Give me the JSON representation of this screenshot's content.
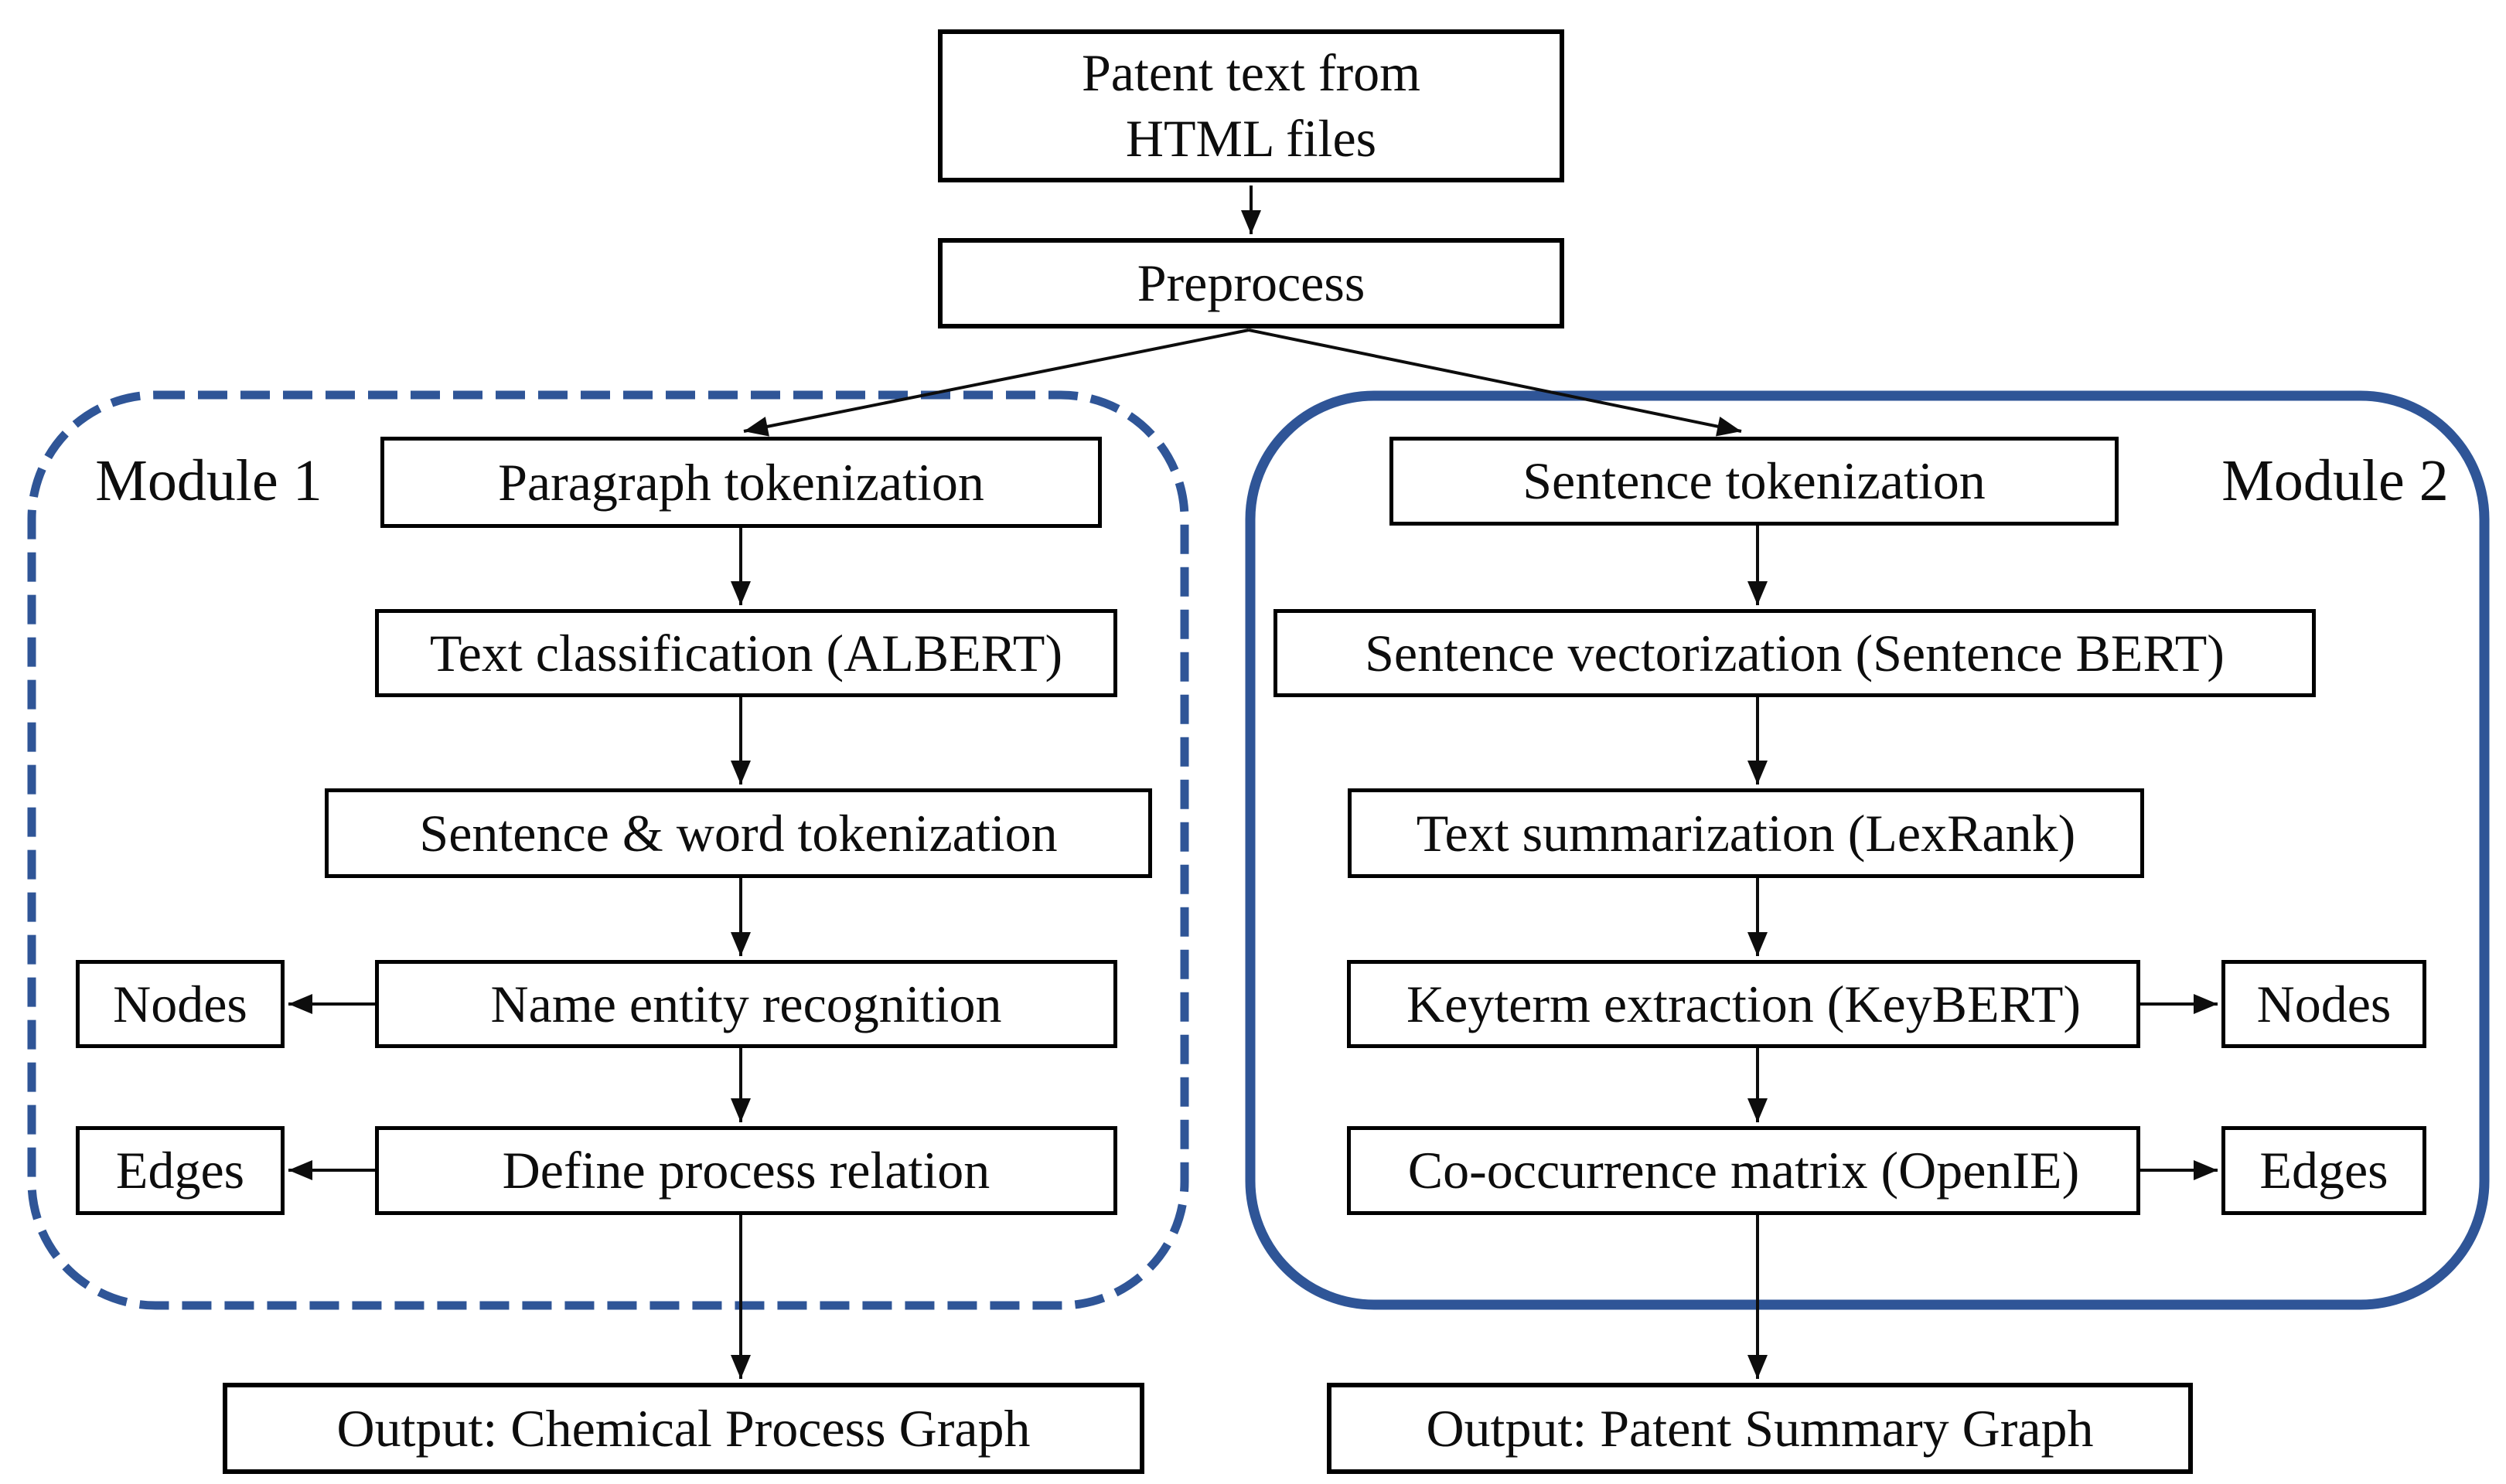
{
  "colors": {
    "module_border_blue": "#2F5597",
    "box_border": "#000000",
    "text": "#0d0d0d",
    "background": "#ffffff"
  },
  "flow": {
    "source_line1": "Patent text from",
    "source_line2": "HTML files",
    "preprocess": "Preprocess"
  },
  "module1": {
    "label": "Module 1",
    "border_style": "dashed",
    "steps": [
      "Paragraph tokenization",
      "Text classification (ALBERT)",
      "Sentence & word tokenization",
      "Name entity recognition",
      "Define process relation"
    ],
    "nodes": "Nodes",
    "edges": "Edges",
    "output": "Output: Chemical Process Graph"
  },
  "module2": {
    "label": "Module 2",
    "border_style": "solid",
    "steps": [
      "Sentence tokenization",
      "Sentence vectorization (Sentence BERT)",
      "Text summarization (LexRank)",
      "Keyterm extraction (KeyBERT)",
      "Co-occurrence matrix (OpenIE)"
    ],
    "nodes": "Nodes",
    "edges": "Edges",
    "output": "Output: Patent Summary Graph"
  }
}
